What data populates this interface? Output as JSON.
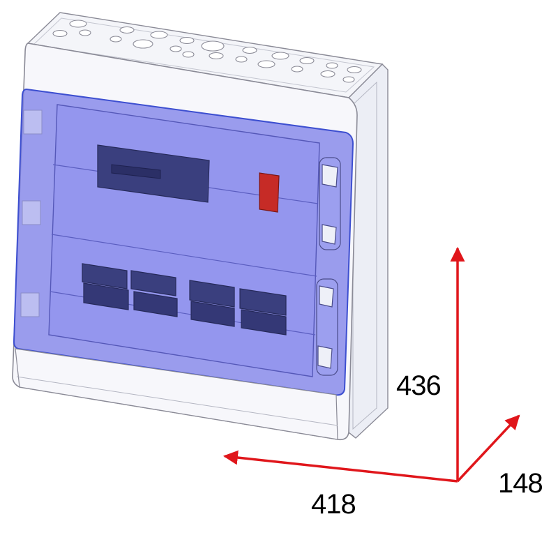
{
  "dimensions": {
    "height": {
      "value": "436"
    },
    "width": {
      "value": "418"
    },
    "depth": {
      "value": "148"
    }
  },
  "colors": {
    "arrow": "#e0161b",
    "window_tint": "#7b7de8",
    "frame_edge": "#3d4fd0",
    "module": "#3a3f7e",
    "module_dark": "#2b2f66",
    "red_module": "#c62b26",
    "housing": "#f7f7fb",
    "outline": "#8a8a96"
  },
  "modules": {
    "top_row_count": 1,
    "bottom_row_count": 4
  }
}
